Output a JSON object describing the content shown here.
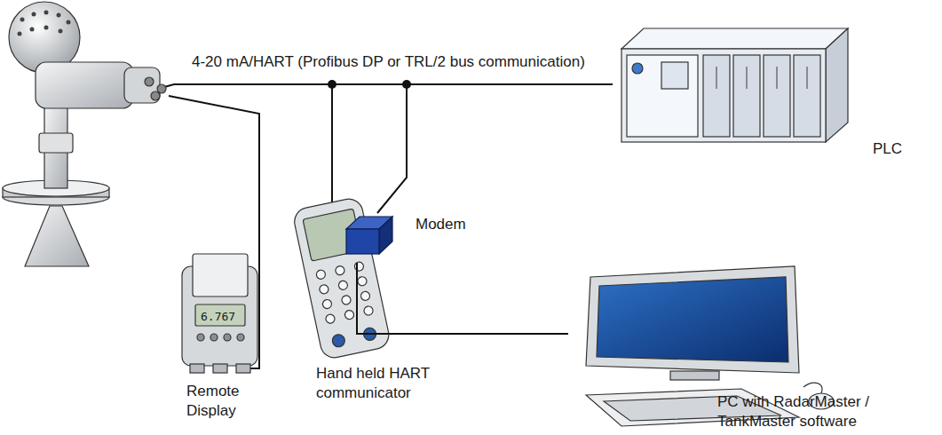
{
  "diagram": {
    "nodes": [
      {
        "text": [
          "PLC"
        ]
      },
      {
        "text": [
          "Hand held HART communicator"
        ]
      },
      {
        "text": [
          "Modem"
        ]
      },
      {
        "text": [
          "PC with RadarMaster / TankMaster software"
        ]
      },
      {
        "text": [
          "Remote Display"
        ]
      }
    ],
    "edges": [
      {
        "from": 2,
        "to": 3,
        "arrow": "none"
      }
    ],
    "labels": [
      "4-20 mA/HART (Profibus DP or TRL/2 bus communication)",
      "6.767"
    ]
  }
}
